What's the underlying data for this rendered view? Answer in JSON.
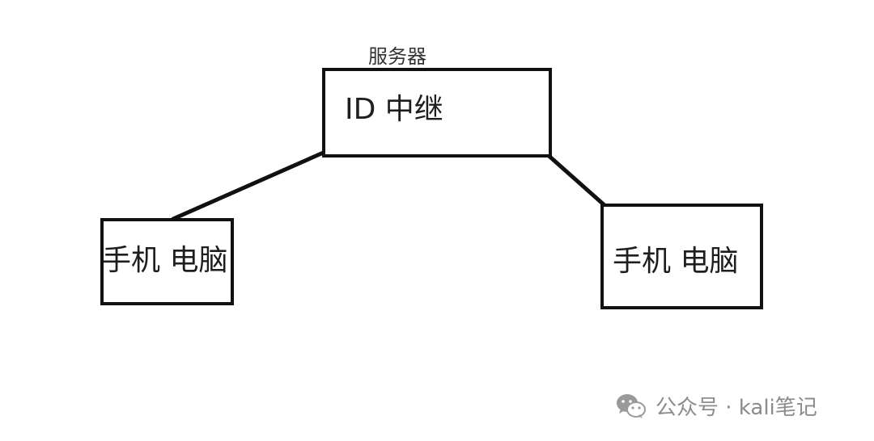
{
  "diagram": {
    "server": {
      "caption": "服务器",
      "label": "ID   中继"
    },
    "left_device": {
      "label": "手机  电脑"
    },
    "right_device": {
      "label": "手机 电脑"
    }
  },
  "watermark": {
    "icon": "wechat-icon",
    "text": "公众号 · kali笔记",
    "color": "#8c8c8c"
  }
}
